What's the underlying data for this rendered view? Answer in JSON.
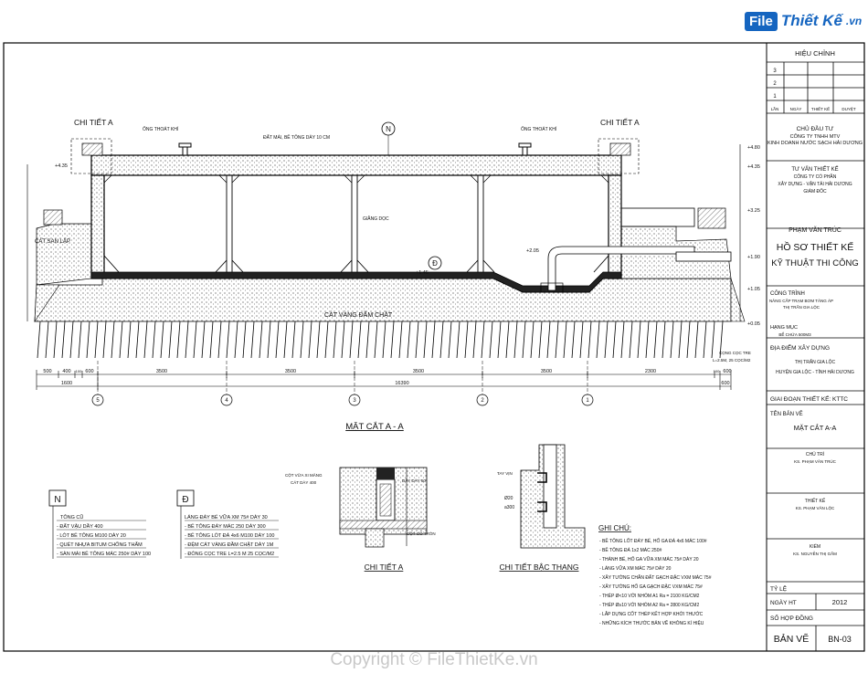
{
  "logo": {
    "file": "File",
    "name": "Thiết Kế",
    "suffix": ".vn"
  },
  "watermark": "Copyright © FileThietKe.vn",
  "revision": {
    "title": "HIỆU CHỈNH",
    "rows": [
      "3",
      "2",
      "1"
    ],
    "cols": [
      "LẦN",
      "NGÀY",
      "THIẾT KẾ",
      "DUYỆT"
    ]
  },
  "owner": {
    "label": "CHỦ ĐẦU TƯ",
    "line1": "CÔNG TY TNHH MTV",
    "line2": "KINH DOANH NƯỚC SẠCH HẢI DƯƠNG"
  },
  "consultant": {
    "label": "TƯ VẤN THIẾT KẾ",
    "line1": "CÔNG TY CỔ PHẦN",
    "line2": "XÂY DỰNG - VẬN TẢI HẢI DƯƠNG",
    "line3": "GIÁM ĐỐC",
    "signer": "PHẠM VĂN TRÚC"
  },
  "dossier": {
    "line1": "HỒ SƠ THIẾT KẾ",
    "line2": "KỸ THUẬT THI CÔNG"
  },
  "project": {
    "label": "CÔNG TRÌNH",
    "line1": "NÂNG CẤP TRẠM BƠM TĂNG ÁP",
    "line2": "THỊ TRẤN GIA LỘC",
    "hm_label": "HẠNG MỤC",
    "hm_value": "BỂ CHỨA 500M3"
  },
  "location": {
    "label": "ĐỊA ĐIỂM XÂY DỰNG",
    "line1": "THỊ TRẤN GIA LỘC",
    "line2": "HUYỆN GIA LỘC - TỈNH HẢI DƯƠNG"
  },
  "phase": {
    "label": "GIAI ĐOẠN THIẾT KẾ: KTTC"
  },
  "drawing": {
    "label": "TÊN BẢN VẼ",
    "name": "MẶT CẮT A-A"
  },
  "roles": [
    {
      "role": "CHỦ TRÌ",
      "person": "KS. PHẠM VĂN TRÚC"
    },
    {
      "role": "THIẾT KẾ",
      "person": "KS. PHẠM VĂN LỘC"
    },
    {
      "role": "KIỂM",
      "person": "KS. NGUYỄN THỊ GẤM"
    }
  ],
  "footer": {
    "scale_label": "TỶ LỆ",
    "date_label": "NGÀY HT",
    "date_value": "2012",
    "contract_label": "SỐ HỢP ĐỒNG",
    "sheet_label": "BẢN VẼ",
    "sheet_value": "BN-03"
  },
  "drawing_labels": {
    "main_title": "MẶT CẮT A - A",
    "detail_a_left": "CHI TIẾT A",
    "detail_a_right": "CHI TIẾT A",
    "detail_a": "CHI TIẾT A",
    "detail_stair": "CHI TIẾT BẬC THANG",
    "sand_fill": "CÁT SAN LẤP",
    "sand_compact": "CÁT VÀNG ĐẦM CHẶT",
    "beam_note": "ĐẤT MÁI, BÊ TÔNG DÀY 10 CM",
    "beam_mid": "GIẰNG DỌC",
    "vent_left": "ỐNG THOÁT KHÍ",
    "vent_right": "ỐNG THOÁT KHÍ",
    "section_n": "N",
    "section_d": "Đ",
    "pile_note": "CỌNG CỌC TRE",
    "pile_note2": "L=2.5M, 25 CỌC/M2"
  },
  "elevations": {
    "r1": "+4.80",
    "r2": "+4.35",
    "r3": "+3.25",
    "r4": "+1.90",
    "r5": "+1.05",
    "r6": "+0.05",
    "l1": "+4.35",
    "mid1": "+2.05",
    "mid2": "+1.45",
    "mid3": "+1.90"
  },
  "dims_bottom": [
    "500",
    "400",
    "100",
    "600",
    "3500",
    "3500",
    "3500",
    "3500",
    "2300",
    "100",
    "600"
  ],
  "dims_total": [
    "1600",
    "16390",
    "600"
  ],
  "axes": [
    "5",
    "4",
    "3",
    "2",
    "1"
  ],
  "legend_n": {
    "letter": "N",
    "title": "TÔNG CŨ",
    "items": [
      "- ĐẤT VẬU DẦY 400",
      "- LÓT BÊ TÔNG M100 DÀY 20",
      "- QUÉT NHỰA BITUM CHỐNG THẤM",
      "- SÀN MÁI BÊ TÔNG MÁC 250# DÀY 100"
    ]
  },
  "legend_d": {
    "letter": "Đ",
    "items": [
      "LÁNG ĐÁY BỂ VỮA XM 75# DÀY 30",
      "- BÊ TÔNG ĐÁY MÁC 250 DÀY 300",
      "- BÊ TÔNG LÓT ĐÁ 4x6 M100 DÀY 100",
      "- ĐỆM CÁT VÀNG ĐẦM CHẶT DÀY 1M",
      "- ĐÓNG CỌC TRE L=2.5 M 25 CỌC/M2"
    ]
  },
  "notes": {
    "title": "GHI CHÚ:",
    "items": [
      "- BÊ TÔNG LỐT ĐÁY BỂ, HỐ GA ĐÁ 4x6 MÁC 100#",
      "- BÊ TÔNG ĐÁ 1x2 MÁC 250#",
      "- THÀNH BỂ, HỐ GA VỮA XM MÁC 75# DÀY 20",
      "- LÁNG VỮA XM MÁC 75# DÀY 20",
      "- XÂY TƯỜNG CHẮN ĐẤT GẠCH ĐẶC VXM MÁC 75#",
      "- XÂY TƯỜNG HỐ GA GẠCH ĐẶC VXM MÁC 75#",
      "- THÉP Ø<10 VỚI NHÓM A1 Ra = 2100 KG/CM2",
      "- THÉP Ø≥10 VỚI NHÓM A2 Ra = 2800 KG/CM2",
      "- LẮP DỰNG CỐT THÉP KẾT HỢP KHỚI THƯỚC",
      "- NHỮNG KÍCH THƯỚC BẢN VẼ KHÔNG KÍ HIỆU"
    ]
  }
}
